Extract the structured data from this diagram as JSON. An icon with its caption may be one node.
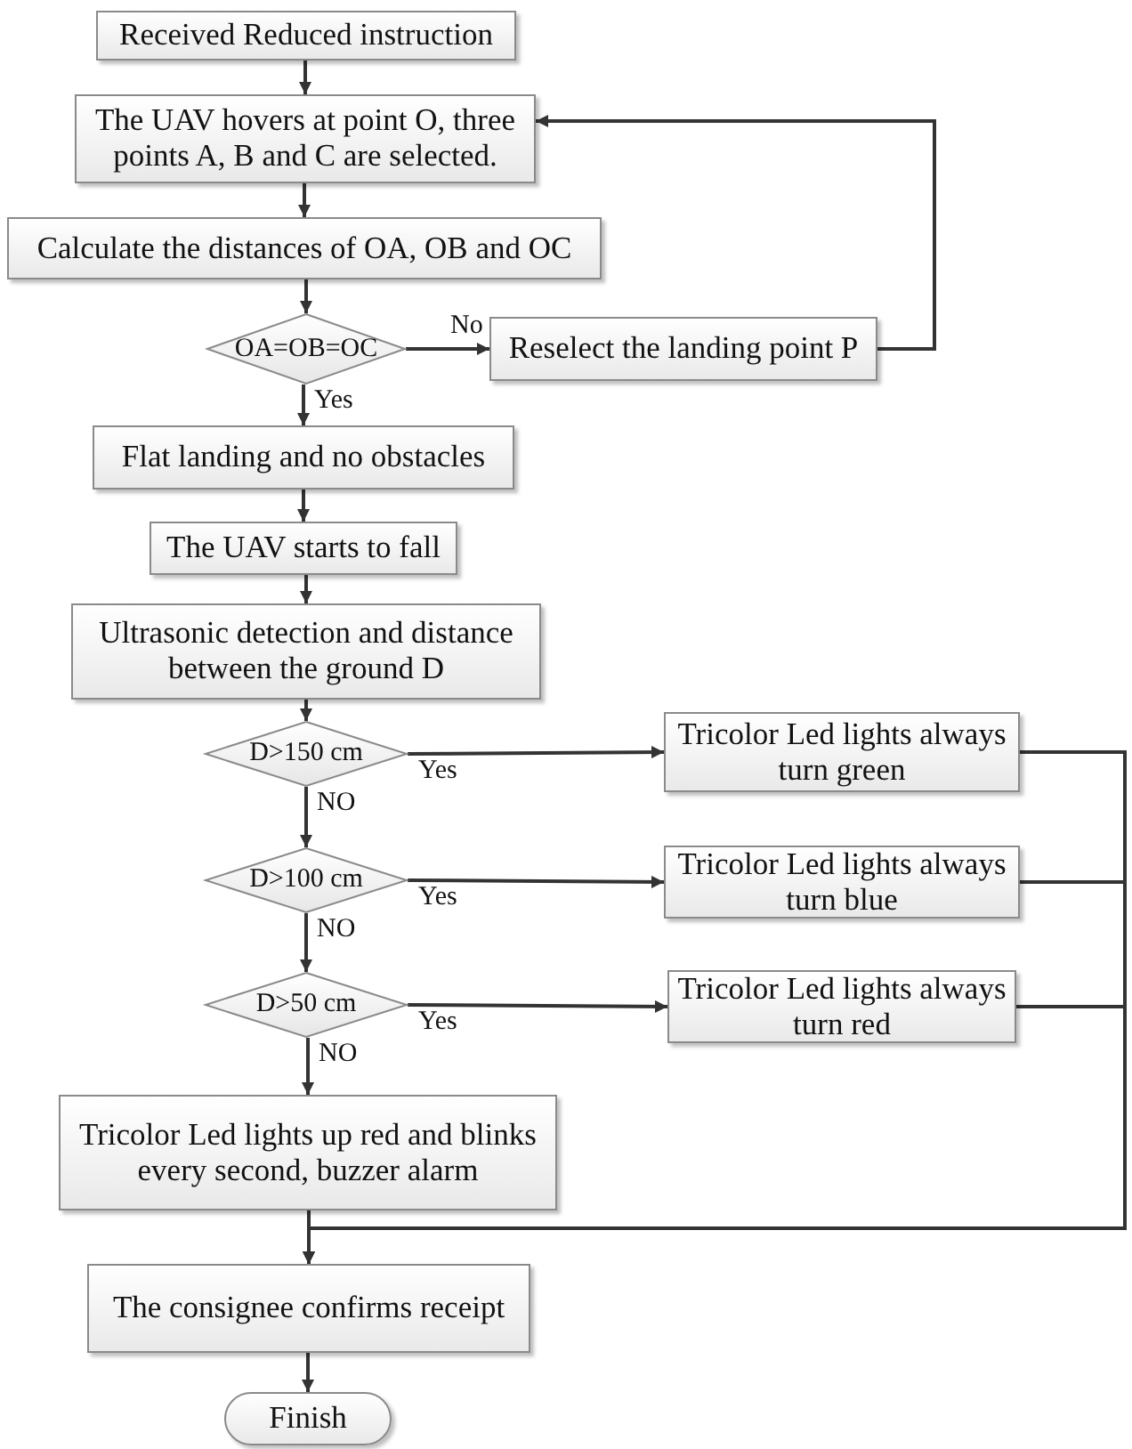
{
  "diagram": {
    "nodes": [
      {
        "text": [
          "Received Reduced instruction"
        ]
      },
      {
        "text": [
          "The UAV hovers at point O, three points A, B and C are selected."
        ]
      },
      {
        "text": [
          "Calculate the distances of OA, OB and OC"
        ]
      },
      {
        "text": [
          "OA=OB=OC"
        ]
      },
      {
        "text": [
          "Reselect the landing point P"
        ]
      },
      {
        "text": [
          "Flat landing and no obstacles"
        ]
      },
      {
        "text": [
          "The UAV starts to fall"
        ]
      },
      {
        "text": [
          "Ultrasonic detection and distance between the ground D"
        ]
      },
      {
        "text": [
          "D>150 cm"
        ]
      },
      {
        "text": [
          "Tricolor Led lights always turn green"
        ]
      },
      {
        "text": [
          "D>100 cm"
        ]
      },
      {
        "text": [
          "Tricolor Led lights always turn blue"
        ]
      },
      {
        "text": [
          "D>50 cm"
        ]
      },
      {
        "text": [
          "Tricolor Led lights always turn red"
        ]
      },
      {
        "text": [
          "Tricolor Led lights up red and blinks every second, buzzer alarm"
        ]
      },
      {
        "text": [
          "The consignee confirms receipt"
        ]
      },
      {
        "text": [
          "Finish"
        ]
      }
    ],
    "edges": [
      {
        "from": 0,
        "to": 1,
        "arrow": "to"
      },
      {
        "from": 1,
        "to": 2,
        "arrow": "to"
      },
      {
        "from": 2,
        "to": 3,
        "arrow": "to"
      },
      {
        "from": 3,
        "to": 4,
        "arrow": "to",
        "label": "No"
      },
      {
        "from": 3,
        "to": 5,
        "arrow": "to",
        "label": "Yes"
      },
      {
        "from": 4,
        "to": 1,
        "arrow": "to"
      },
      {
        "from": 5,
        "to": 6,
        "arrow": "to"
      },
      {
        "from": 6,
        "to": 7,
        "arrow": "to"
      },
      {
        "from": 7,
        "to": 8,
        "arrow": "to"
      },
      {
        "from": 8,
        "to": 9,
        "arrow": "to",
        "label": "Yes"
      },
      {
        "from": 8,
        "to": 10,
        "arrow": "to",
        "label": "NO"
      },
      {
        "from": 10,
        "to": 11,
        "arrow": "to",
        "label": "Yes"
      },
      {
        "from": 10,
        "to": 12,
        "arrow": "to",
        "label": "NO"
      },
      {
        "from": 12,
        "to": 13,
        "arrow": "to",
        "label": "Yes"
      },
      {
        "from": 12,
        "to": 14,
        "arrow": "to",
        "label": "NO"
      },
      {
        "from": 9,
        "to": 15,
        "arrow": "to"
      },
      {
        "from": 11,
        "to": 15,
        "arrow": "to"
      },
      {
        "from": 13,
        "to": 15,
        "arrow": "to"
      },
      {
        "from": 14,
        "to": 15,
        "arrow": "to"
      },
      {
        "from": 15,
        "to": 16,
        "arrow": "to"
      }
    ]
  }
}
